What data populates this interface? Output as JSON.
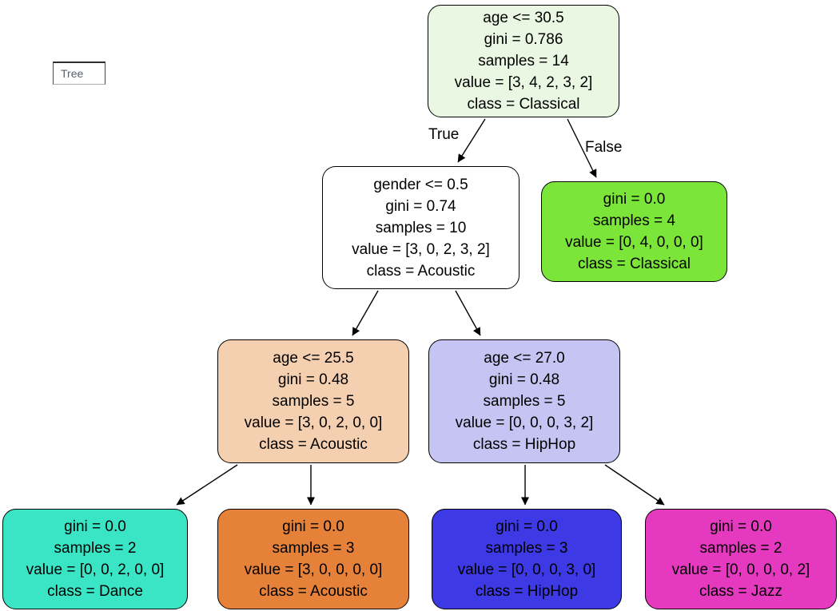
{
  "header": {
    "tree_label": "Tree"
  },
  "edges": {
    "true_label": "True",
    "false_label": "False",
    "connections": [
      {
        "from": "root",
        "to": "gender",
        "label": "True"
      },
      {
        "from": "root",
        "to": "classical",
        "label": "False"
      },
      {
        "from": "gender",
        "to": "age255",
        "label": ""
      },
      {
        "from": "gender",
        "to": "age270",
        "label": ""
      },
      {
        "from": "age255",
        "to": "dance",
        "label": ""
      },
      {
        "from": "age255",
        "to": "acoustic",
        "label": ""
      },
      {
        "from": "age270",
        "to": "hiphop",
        "label": ""
      },
      {
        "from": "age270",
        "to": "jazz",
        "label": ""
      }
    ]
  },
  "nodes": {
    "root": {
      "color": "#eaf8e3",
      "lines": [
        "age <= 30.5",
        "gini = 0.786",
        "samples = 14",
        "value = [3, 4, 2, 3, 2]",
        "class = Classical"
      ]
    },
    "gender": {
      "color": "#ffffff",
      "lines": [
        "gender <= 0.5",
        "gini = 0.74",
        "samples = 10",
        "value = [3, 0, 2, 3, 2]",
        "class = Acoustic"
      ]
    },
    "classical": {
      "color": "#7be539",
      "lines": [
        "gini = 0.0",
        "samples = 4",
        "value = [0, 4, 0, 0, 0]",
        "class = Classical"
      ]
    },
    "age255": {
      "color": "#f5d0b0",
      "lines": [
        "age <= 25.5",
        "gini = 0.48",
        "samples = 5",
        "value = [3, 0, 2, 0, 0]",
        "class = Acoustic"
      ]
    },
    "age270": {
      "color": "#c5c4f2",
      "lines": [
        "age <= 27.0",
        "gini = 0.48",
        "samples = 5",
        "value = [0, 0, 0, 3, 2]",
        "class = HipHop"
      ]
    },
    "dance": {
      "color": "#39e5c5",
      "lines": [
        "gini = 0.0",
        "samples = 2",
        "value = [0, 0, 2, 0, 0]",
        "class = Dance"
      ]
    },
    "acoustic": {
      "color": "#e58139",
      "lines": [
        "gini = 0.0",
        "samples = 3",
        "value = [3, 0, 0, 0, 0]",
        "class = Acoustic"
      ]
    },
    "hiphop": {
      "color": "#3c39e5",
      "lines": [
        "gini = 0.0",
        "samples = 3",
        "value = [0, 0, 0, 3, 0]",
        "class = HipHop"
      ]
    },
    "jazz": {
      "color": "#e539c0",
      "lines": [
        "gini = 0.0",
        "samples = 2",
        "value = [0, 0, 0, 0, 2]",
        "class = Jazz"
      ]
    }
  }
}
